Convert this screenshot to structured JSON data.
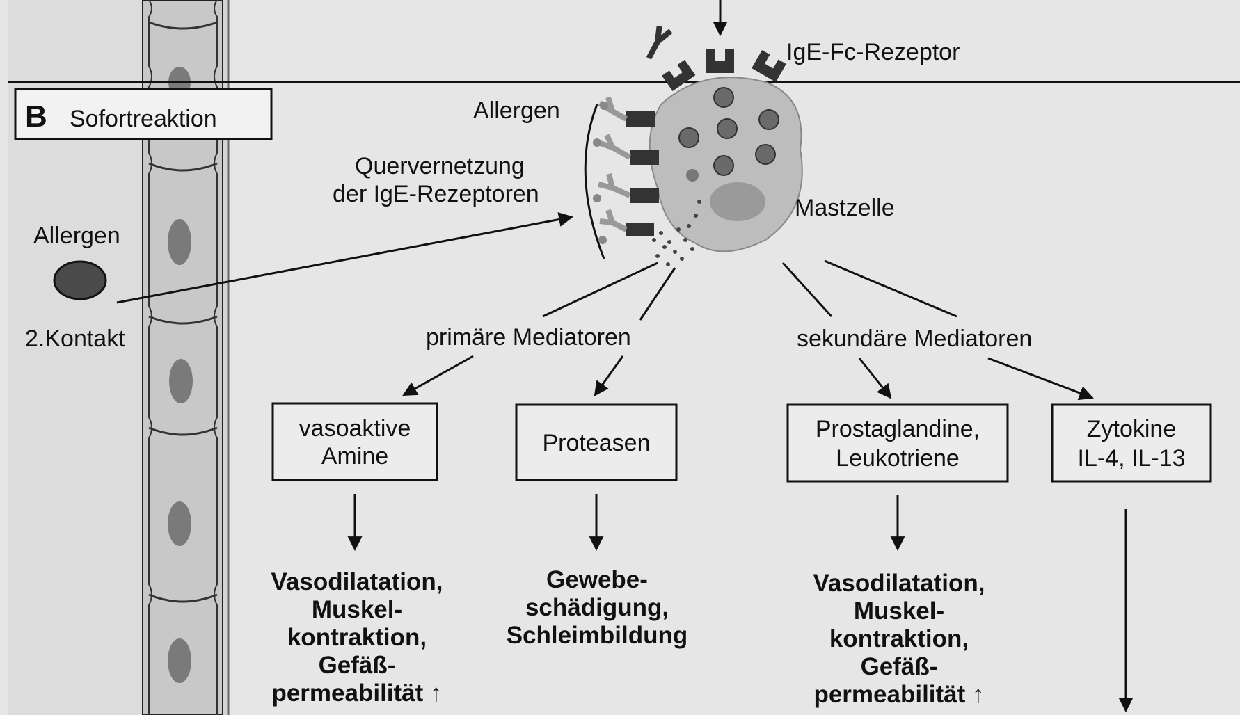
{
  "panel": {
    "letter": "B",
    "title": "Sofortreaktion"
  },
  "left": {
    "allergen_label": "Allergen",
    "contact_label": "2.Kontakt"
  },
  "cell": {
    "receptor_label": "IgE-Fc-Rezeptor",
    "allergen_label": "Allergen",
    "crosslink_line1": "Quervernetzung",
    "crosslink_line2": "der IgE-Rezeptoren",
    "mast_cell_label": "Mastzelle"
  },
  "mediators": {
    "primary": "primäre Mediatoren",
    "secondary": "sekundäre Mediatoren"
  },
  "boxes": [
    {
      "line1": "vasoaktive",
      "line2": "Amine"
    },
    {
      "line1": "Proteasen",
      "line2": ""
    },
    {
      "line1": "Prostaglandine,",
      "line2": "Leukotriene"
    },
    {
      "line1": "Zytokine",
      "line2": "IL-4, IL-13"
    }
  ],
  "effects": [
    {
      "lines": [
        "Vasodilatation,",
        "Muskel-",
        "kontraktion,",
        "Gefäß-",
        "permeabilität ↑"
      ]
    },
    {
      "lines": [
        "Gewebe-",
        "schädigung,",
        "Schleimbildung"
      ]
    },
    {
      "lines": [
        "Vasodilatation,",
        "Muskel-",
        "kontraktion,",
        "Gefäß-",
        "permeabilität ↑"
      ]
    }
  ]
}
